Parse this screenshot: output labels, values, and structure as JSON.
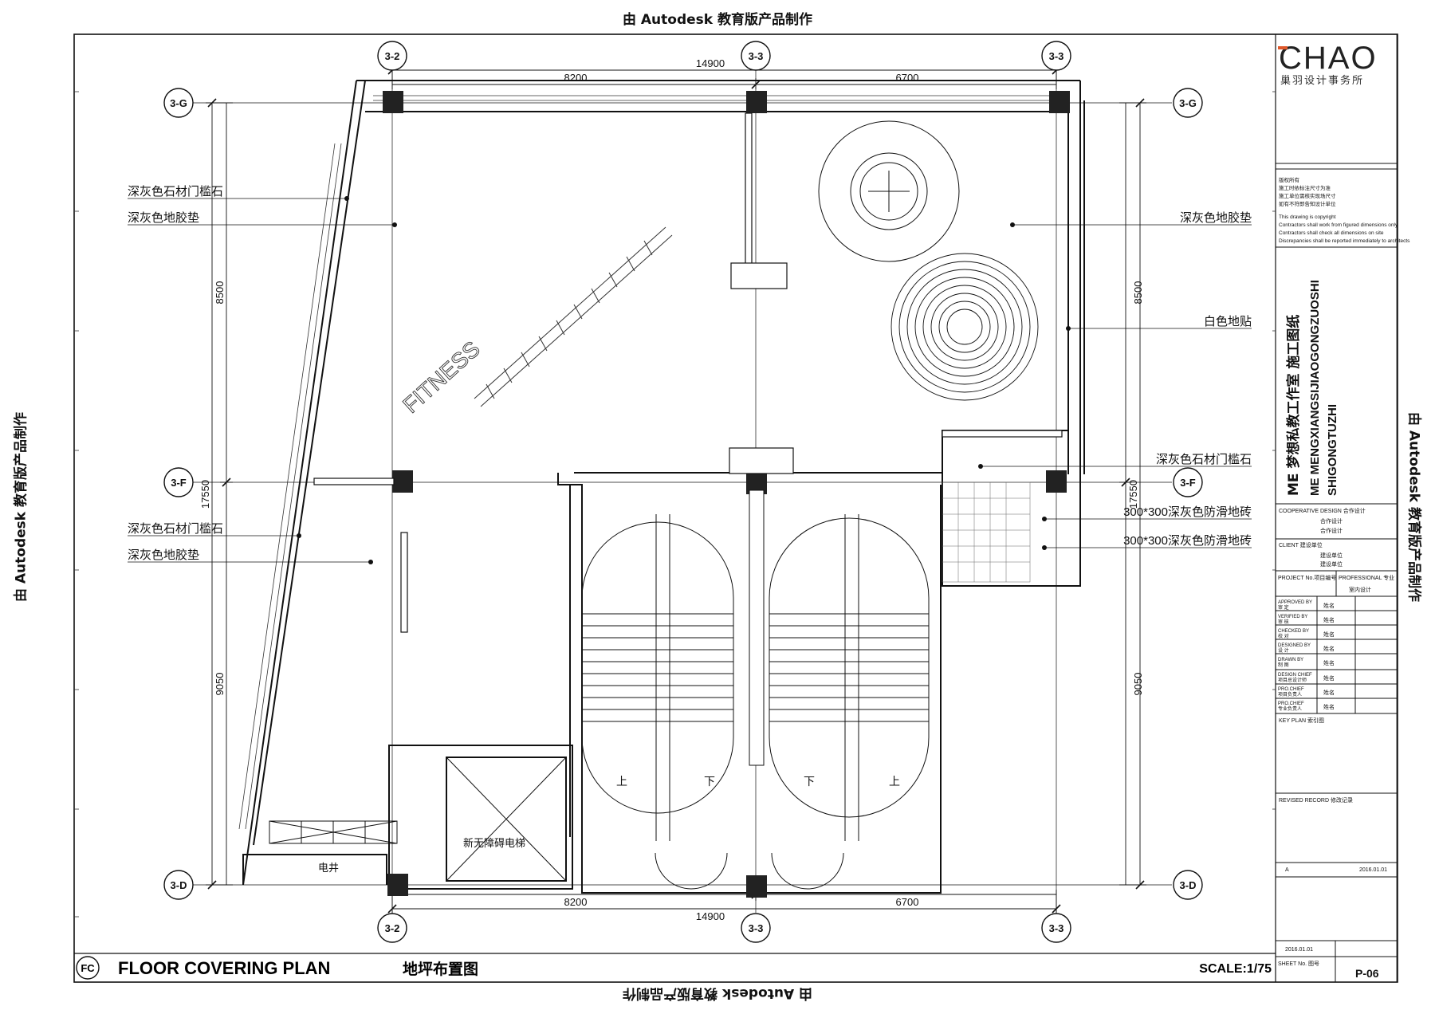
{
  "stamps": {
    "autodesk": "由 Autodesk 教育版产品制作"
  },
  "grid": {
    "col_left": "3-2",
    "col_mid": "3-3",
    "col_right": "3-3",
    "row_top": "3-G",
    "row_mid": "3-F",
    "row_bottom": "3-D"
  },
  "dims": {
    "top_total": "14900",
    "top_left": "8200",
    "top_right": "6700",
    "bottom_total": "14900",
    "bottom_left": "8200",
    "bottom_right": "6700",
    "left_total": "17550",
    "left_upper": "8500",
    "left_lower": "9050",
    "right_total": "17550",
    "right_upper": "8500",
    "right_lower": "9050"
  },
  "labels_left": [
    "深灰色石材门槛石",
    "深灰色地胶垫",
    "深灰色石材门槛石",
    "深灰色地胶垫"
  ],
  "labels_right": [
    "深灰色地胶垫",
    "白色地贴",
    "深灰色石材门槛石",
    "300*300深灰色防滑地砖",
    "300*300深灰色防滑地砖"
  ],
  "room": {
    "fitness": "FITNESS",
    "elevator": "新无障碍电梯",
    "shaft": "电井",
    "stair_up": "上",
    "stair_down": "下"
  },
  "title_bar": {
    "code": "FC",
    "title_en": "FLOOR COVERING PLAN",
    "title_cn": "地坪布置图",
    "scale": "SCALE:1/75"
  },
  "title_block": {
    "logo": "CHAO",
    "firm": "巢羽设计事务所",
    "copyright_cn": [
      "版权所有",
      "施工时依标注尺寸为准",
      "施工单位需核实现场尺寸",
      "如有不符即告知设计单位"
    ],
    "copyright_en": [
      "This drawing is copyright",
      "Contractors shall work from figured dimensions only",
      "Contractors shall check all dimensions on site",
      "Discrepancies shall be reported immediately to architects"
    ],
    "project_cn": "ME  梦想私教工作室  施工图纸",
    "project_pinyin_1": "ME  MENGXIANGSIJIAOGONGZUOSHI",
    "project_pinyin_2": "SHIGONGTUZHI",
    "cooperative": "COOPERATIVE DESIGN  合作设计",
    "coop_1": "合作设计",
    "coop_2": "合作设计",
    "client": "CLIENT 建设单位",
    "client_1": "建设单位",
    "client_2": "建设单位",
    "project_no": "PROJECT No.项目编号",
    "professional": "PROFESSIONAL 专业",
    "professional_value": "室内设计",
    "sign_rows": [
      {
        "en": "APPROVED BY",
        "cn": "审 定",
        "val": "姓名"
      },
      {
        "en": "VERIFIED BY",
        "cn": "审 核",
        "val": "姓名"
      },
      {
        "en": "CHECKED BY",
        "cn": "校 对",
        "val": "姓名"
      },
      {
        "en": "DESIGNED BY",
        "cn": "设 计",
        "val": "姓名"
      },
      {
        "en": "DRAWN BY",
        "cn": "制 图",
        "val": "姓名"
      },
      {
        "en": "DESIGN CHIEF",
        "cn": "项目总设计师",
        "val": "姓名"
      },
      {
        "en": "PRO.CHIEF",
        "cn": "项目负责人",
        "val": "姓名"
      },
      {
        "en": "PRO.CHIEF",
        "cn": "专业负责人",
        "val": "姓名"
      }
    ],
    "key_plan": "KEY PLAN 索引图",
    "revised": "REVISED RECORD 修改记录",
    "rev_mark": "A",
    "rev_date": "2016.01.01",
    "date": "2016.01.01",
    "sheet_no_label": "SHEET No. 图号",
    "sheet_no": "P-06"
  }
}
